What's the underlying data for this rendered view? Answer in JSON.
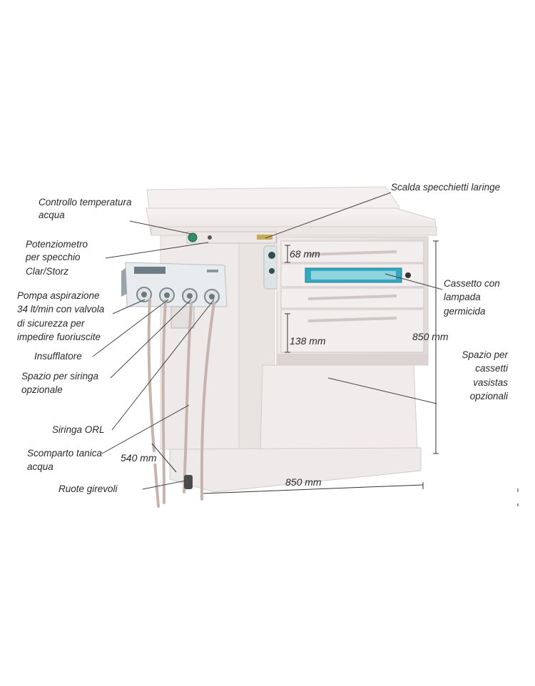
{
  "labels": {
    "scalda": "Scalda specchietti laringe",
    "controllo": [
      "Controllo temperatura",
      "acqua"
    ],
    "potenziometro": [
      "Potenziometro",
      "per specchio",
      "Clar/Storz"
    ],
    "pompa": [
      "Pompa aspirazione",
      "34 lt/min con valvola",
      "di sicurezza per",
      "impedire fuoriuscite"
    ],
    "insufflatore": "Insufflatore",
    "spazio_siringa": [
      "Spazio per siringa",
      "opzionale"
    ],
    "siringa_orl": "Siringa ORL",
    "scomparto": [
      "Scomparto tanica",
      "acqua"
    ],
    "ruote": "Ruote girevoli",
    "cassetto": [
      "Cassetto con",
      "lampada",
      "germicida"
    ],
    "spazio_cassetti": [
      "Spazio per",
      "cassetti",
      "vasistas",
      "opzionali"
    ]
  },
  "dimensions": {
    "d68": "68 mm",
    "d138": "138 mm",
    "d850h": "850 mm",
    "d540": "540 mm",
    "d850w": "850 mm"
  },
  "colors": {
    "cabinet": "#f3efee",
    "cabinet_shadow": "#ddd6d6",
    "lamp": "#33a9c0",
    "tube": "#c7b4ad",
    "line": "#444444"
  }
}
